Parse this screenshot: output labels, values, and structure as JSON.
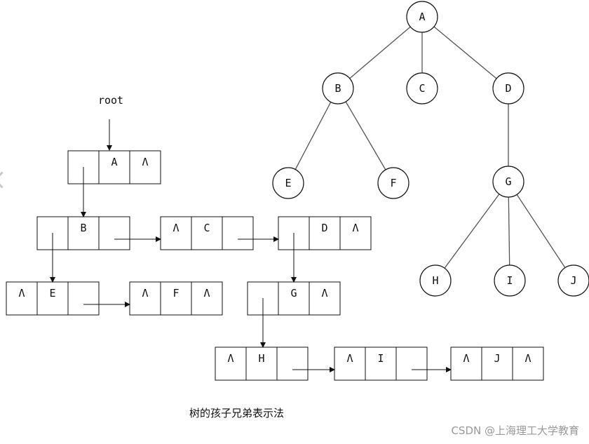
{
  "root_label": "root",
  "null_symbol": "Λ",
  "caption": "树的孩子兄弟表示法",
  "watermark": "CSDN @上海理工大学教育",
  "tree": {
    "nodes": [
      "A",
      "B",
      "C",
      "D",
      "E",
      "F",
      "G",
      "H",
      "I",
      "J"
    ],
    "edges": [
      [
        "A",
        "B"
      ],
      [
        "A",
        "C"
      ],
      [
        "A",
        "D"
      ],
      [
        "B",
        "E"
      ],
      [
        "B",
        "F"
      ],
      [
        "D",
        "G"
      ],
      [
        "G",
        "H"
      ],
      [
        "G",
        "I"
      ],
      [
        "G",
        "J"
      ]
    ]
  },
  "records": [
    {
      "id": "A",
      "cells": [
        "",
        "A",
        "Λ"
      ]
    },
    {
      "id": "B",
      "cells": [
        "",
        "B",
        ""
      ]
    },
    {
      "id": "C",
      "cells": [
        "Λ",
        "C",
        ""
      ]
    },
    {
      "id": "D",
      "cells": [
        "",
        "D",
        "Λ"
      ]
    },
    {
      "id": "E",
      "cells": [
        "Λ",
        "E",
        ""
      ]
    },
    {
      "id": "F",
      "cells": [
        "Λ",
        "F",
        "Λ"
      ]
    },
    {
      "id": "G",
      "cells": [
        "",
        "G",
        "Λ"
      ]
    },
    {
      "id": "H",
      "cells": [
        "Λ",
        "H",
        ""
      ]
    },
    {
      "id": "I",
      "cells": [
        "Λ",
        "I",
        ""
      ]
    },
    {
      "id": "J",
      "cells": [
        "Λ",
        "J",
        "Λ"
      ]
    }
  ],
  "links": [
    {
      "from": "A",
      "to": "B",
      "kind": "child"
    },
    {
      "from": "B",
      "to": "C",
      "kind": "sibling"
    },
    {
      "from": "C",
      "to": "D",
      "kind": "sibling"
    },
    {
      "from": "B",
      "to": "E",
      "kind": "child"
    },
    {
      "from": "E",
      "to": "F",
      "kind": "sibling"
    },
    {
      "from": "D",
      "to": "G",
      "kind": "child"
    },
    {
      "from": "G",
      "to": "H",
      "kind": "child"
    },
    {
      "from": "H",
      "to": "I",
      "kind": "sibling"
    },
    {
      "from": "I",
      "to": "J",
      "kind": "sibling"
    }
  ]
}
